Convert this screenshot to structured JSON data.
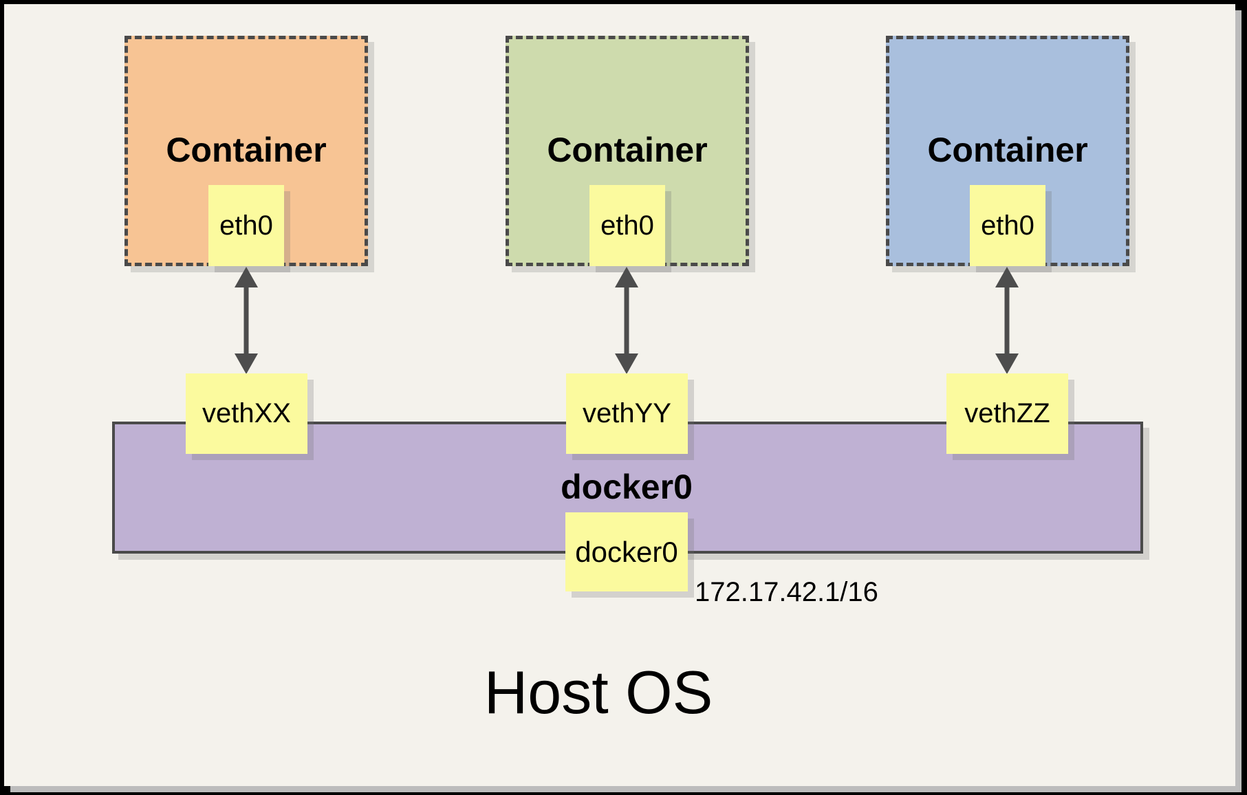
{
  "host": {
    "title": "Host OS",
    "subnet": "172.17.42.1/16"
  },
  "bridge": {
    "name": "docker0",
    "interface": "docker0"
  },
  "containers": [
    {
      "label": "Container",
      "interface": "eth0",
      "veth": "vethXX",
      "fill": "#F7C494"
    },
    {
      "label": "Container",
      "interface": "eth0",
      "veth": "vethYY",
      "fill": "#CEDBAD"
    },
    {
      "label": "Container",
      "interface": "eth0",
      "veth": "vethZZ",
      "fill": "#A9BFDD"
    }
  ],
  "colors": {
    "canvas_bg": "#F4F2EC",
    "bridge_fill": "#BFB1D3",
    "note_fill": "#FBFA9E",
    "border_gray": "#4A4A4A",
    "arrow_gray": "#4D4D4D",
    "frame_black": "#000000",
    "card_shadow": "#BCBCBC"
  }
}
